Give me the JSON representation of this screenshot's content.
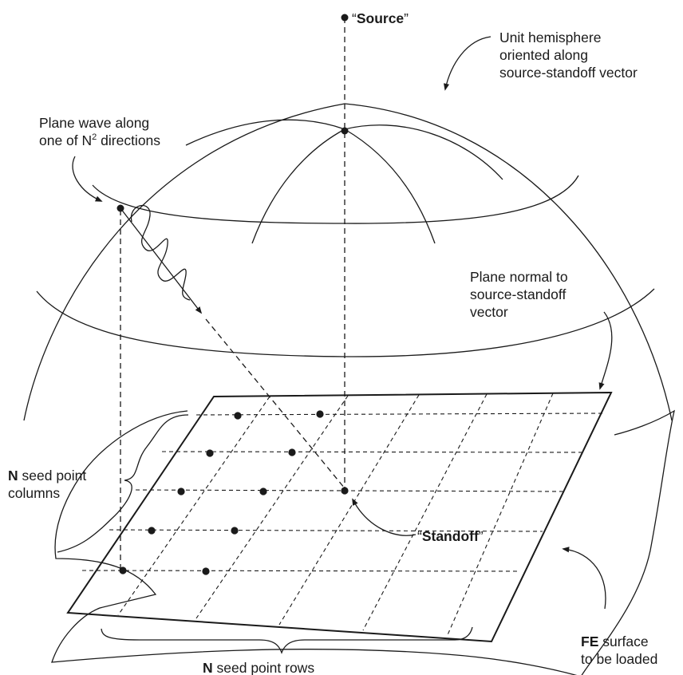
{
  "labels": {
    "source": {
      "open": "“",
      "bold": "Source",
      "close": "”"
    },
    "hemisphere": [
      "Unit hemisphere",
      "oriented along",
      "source-standoff vector"
    ],
    "plane_wave": {
      "line1": "Plane wave along",
      "line2_pre": "one of N",
      "line2_sup": "2",
      "line2_post": " directions"
    },
    "plane_normal": [
      "Plane normal to",
      "source-standoff",
      "vector"
    ],
    "columns": {
      "bold": "N",
      "rest": " seed point",
      "line2": "columns"
    },
    "standoff": {
      "open": "“",
      "bold": "Standoff",
      "close": "”"
    },
    "rows": {
      "bold": "N",
      "rest": " seed point rows"
    },
    "fe_surface": {
      "bold": "FE",
      "rest": " surface",
      "line2": "to be loaded"
    }
  }
}
